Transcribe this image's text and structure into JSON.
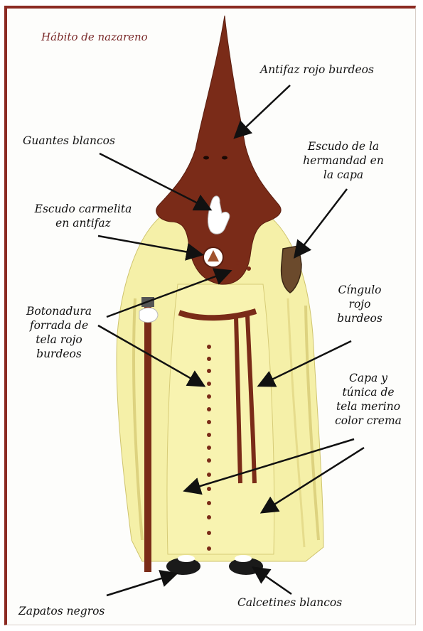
{
  "title": "Hábito de nazareno",
  "labels": {
    "antifaz": "Antifaz rojo burdeos",
    "guantes": "Guantes blancos",
    "escudo_hermandad": [
      "Escudo de la",
      "hermandad en",
      "la capa"
    ],
    "escudo_carmelita": [
      "Escudo carmelita",
      "en antifaz"
    ],
    "cingulo": [
      "Cíngulo",
      "rojo",
      "burdeos"
    ],
    "botonadura": [
      "Botonadura",
      "forrada de",
      "tela rojo",
      "burdeos"
    ],
    "capa_tunica": [
      "Capa y",
      "túnica  de",
      "tela merino",
      "color crema"
    ],
    "zapatos": "Zapatos negros",
    "calcetines": "Calcetines blancos"
  },
  "colors": {
    "burgundy": "#7a2b18",
    "cream": "#f5f0a8",
    "cream_shadow": "#e3da86",
    "frame": "#8b2a22",
    "shoes": "#1a1a1a",
    "glove": "#ffffff"
  }
}
